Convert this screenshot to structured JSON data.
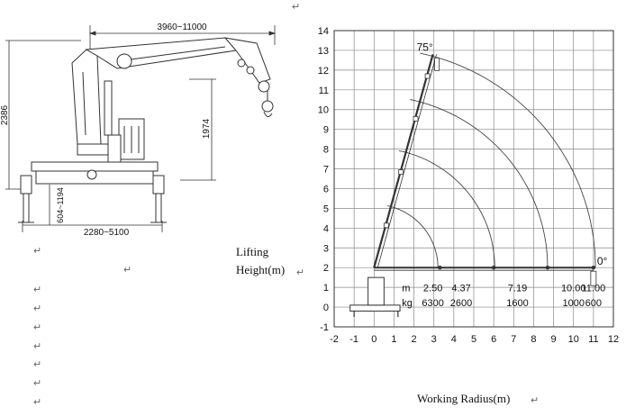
{
  "doc": {
    "para_mark": "↵",
    "lifting_height_line1": "Lifting",
    "lifting_height_line2": "Height(m)",
    "working_radius": "Working Radius(m)"
  },
  "drawing": {
    "dim_reach": "3960~11000",
    "dim_height": "2386",
    "dim_boom_height": "1974",
    "dim_outrigger_height": "604~1194",
    "dim_outrigger_span": "2280~5100"
  },
  "chart_data": {
    "type": "load-chart",
    "x_ticks": [
      "-2",
      "-1",
      "0",
      "1",
      "2",
      "3",
      "4",
      "5",
      "6",
      "7",
      "8",
      "9",
      "10",
      "11",
      "12"
    ],
    "y_ticks": [
      "-1",
      "0",
      "1",
      "2",
      "3",
      "4",
      "5",
      "6",
      "7",
      "8",
      "9",
      "10",
      "11",
      "12",
      "13",
      "14"
    ],
    "xlim": [
      -2,
      12
    ],
    "ylim": [
      -1,
      14
    ],
    "grid": true,
    "angle_max_label": "75°",
    "angle_min_label": "0°",
    "row_label_m": "m",
    "row_label_kg": "kg",
    "load_table": [
      {
        "radius": "2.50",
        "load": "6300"
      },
      {
        "radius": "4.37",
        "load": "2600"
      },
      {
        "radius": "7.19",
        "load": "1600"
      },
      {
        "radius": "10.00",
        "load": "1000"
      },
      {
        "radius": "11.00",
        "load": "600"
      }
    ],
    "boom_pivot": [
      0,
      2
    ],
    "boom_tip_75": [
      2.95,
      12.8
    ],
    "arc_radii": [
      3.2,
      6.05,
      8.7,
      11.1
    ],
    "load_points_x": [
      3.3,
      6.0,
      8.7,
      11.0
    ]
  }
}
